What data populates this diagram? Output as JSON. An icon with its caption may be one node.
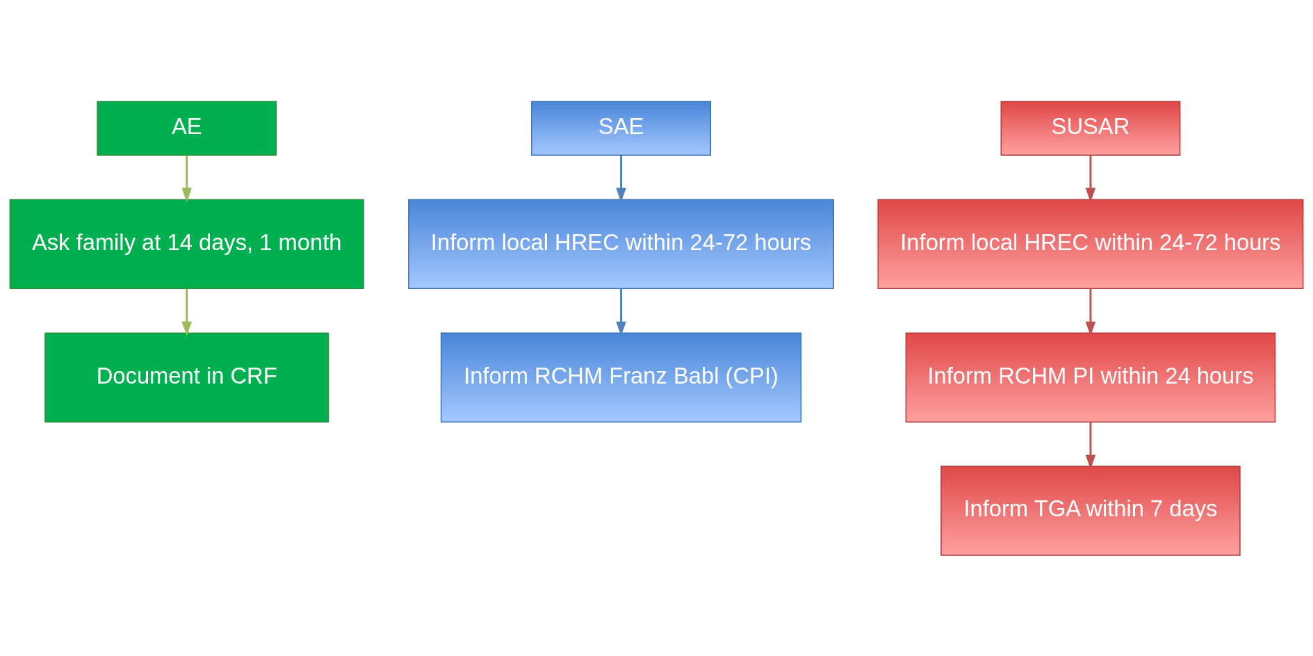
{
  "diagram": {
    "nodes": [
      {
        "text": [
          "AE"
        ]
      },
      {
        "text": [
          "Ask family at 14 days, 1 month"
        ]
      },
      {
        "text": [
          "Document in CRF"
        ]
      },
      {
        "text": [
          "SAE"
        ]
      },
      {
        "text": [
          "Inform local HREC within 24-72 hours"
        ]
      },
      {
        "text": [
          "Inform RCHM Franz Babl (CPI)"
        ]
      },
      {
        "text": [
          "SUSAR"
        ]
      },
      {
        "text": [
          "Inform local HREC within 24-72 hours"
        ]
      },
      {
        "text": [
          "Inform RCHM PI within 24 hours"
        ]
      },
      {
        "text": [
          "Inform TGA within 7 days"
        ]
      }
    ],
    "edges": [
      {
        "from": 0,
        "to": 1,
        "arrow": "to",
        "color": "#9bbb59"
      },
      {
        "from": 1,
        "to": 2,
        "arrow": "to",
        "color": "#9bbb59"
      },
      {
        "from": 3,
        "to": 4,
        "arrow": "to",
        "color": "#4f81bd"
      },
      {
        "from": 4,
        "to": 5,
        "arrow": "to",
        "color": "#4f81bd"
      },
      {
        "from": 6,
        "to": 7,
        "arrow": "to",
        "color": "#c0504d"
      },
      {
        "from": 7,
        "to": 8,
        "arrow": "to",
        "color": "#c0504d"
      },
      {
        "from": 8,
        "to": 9,
        "arrow": "to",
        "color": "#c0504d"
      }
    ]
  }
}
